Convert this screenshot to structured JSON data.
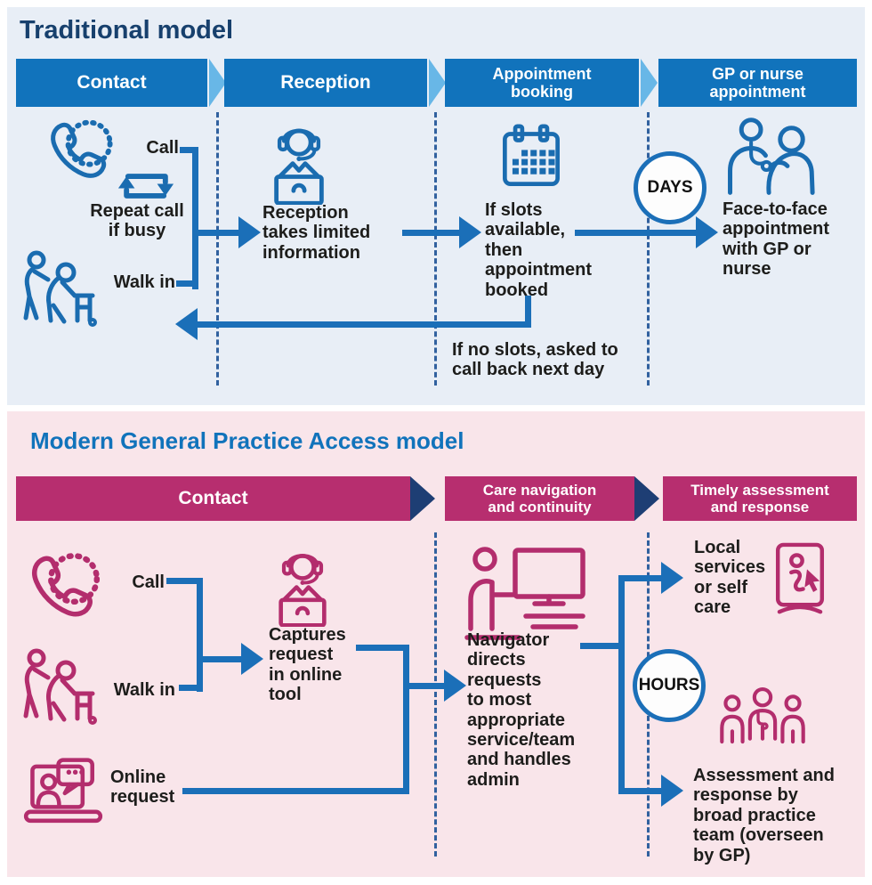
{
  "traditional": {
    "title": "Traditional model",
    "stages": [
      "Contact",
      "Reception",
      "Appointment\nbooking",
      "GP or nurse\nappointment"
    ],
    "badge": "DAYS",
    "labels": {
      "call": "Call",
      "repeat_call": "Repeat call\nif busy",
      "walk_in": "Walk in",
      "reception_desc": "Reception\ntakes limited\ninformation",
      "slots_available": "If slots\navailable,\nthen\nappointment\nbooked",
      "no_slots": "If no slots, asked to\ncall back next day",
      "face_to_face": "Face-to-face\nappointment\nwith GP or\nnurse"
    },
    "icons": [
      "phone-icon",
      "repeat-call-icon",
      "walk-in-icon",
      "receptionist-headset-icon",
      "calendar-icon",
      "gp-patient-icon"
    ]
  },
  "modern": {
    "title": "Modern General Practice Access model",
    "stages": [
      "Contact",
      "Care navigation\nand continuity",
      "Timely assessment\nand response"
    ],
    "badge": "HOURS",
    "labels": {
      "call": "Call",
      "walk_in": "Walk in",
      "online_request": "Online\nrequest",
      "captures": "Captures\nrequest\nin online\ntool",
      "navigator": "Navigator\ndirects\nrequests\nto most\nappropriate\nservice/team\nand handles\nadmin",
      "local_services": "Local\nservices\nor self\ncare",
      "assessment": "Assessment and\nresponse by\nbroad practice\nteam (overseen\nby GP)"
    },
    "icons": [
      "phone-icon",
      "walk-in-icon",
      "online-request-icon",
      "receptionist-headset-icon",
      "navigator-desk-icon",
      "local-services-book-icon",
      "practice-team-icon"
    ]
  },
  "colors": {
    "top_background": "#e8eef6",
    "bottom_background": "#f9e5ea",
    "blue_banner": "#1173bc",
    "light_chevron": "#68b7e7",
    "magenta_banner": "#b72e6f",
    "navy_chevron": "#1e3e74",
    "top_title": "#17406d",
    "bottom_title": "#1173bb",
    "connector_blue": "#1b6fb8",
    "icon_blue": "#1a6cb0",
    "icon_magenta": "#b32d6d",
    "text": "#1d1d1b"
  }
}
